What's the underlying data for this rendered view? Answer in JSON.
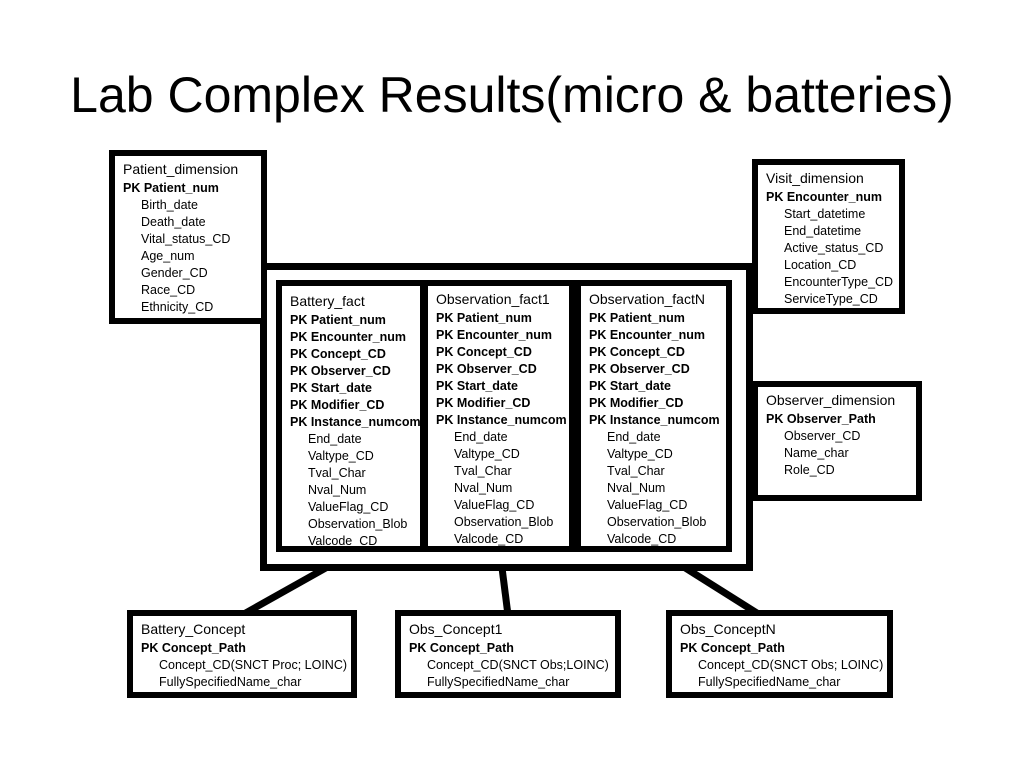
{
  "title": "Lab Complex Results(micro & batteries)",
  "patient_dimension": {
    "name": "Patient_dimension",
    "pk": [
      "PK Patient_num"
    ],
    "attrs": [
      "Birth_date",
      "Death_date",
      "Vital_status_CD",
      "Age_num",
      "Gender_CD",
      "Race_CD",
      "Ethnicity_CD"
    ]
  },
  "visit_dimension": {
    "name": "Visit_dimension",
    "pk": [
      "PK Encounter_num"
    ],
    "attrs": [
      "Start_datetime",
      "End_datetime",
      " Active_status_CD",
      " Location_CD",
      "EncounterType_CD",
      "ServiceType_CD"
    ]
  },
  "observer_dimension": {
    "name": "Observer_dimension",
    "pk": [
      "PK Observer_Path"
    ],
    "attrs": [
      "Observer_CD",
      "Name_char",
      "Role_CD"
    ]
  },
  "battery_fact": {
    "name": "Battery_fact",
    "pk": [
      "PK Patient_num",
      "PK Encounter_num",
      "PK Concept_CD",
      "PK Observer_CD",
      "PK Start_date",
      "PK Modifier_CD",
      "PK Instance_numcom"
    ],
    "attrs": [
      "End_date",
      "Valtype_CD",
      "Tval_Char",
      "Nval_Num",
      "ValueFlag_CD",
      "Observation_Blob",
      "Valcode_CD"
    ]
  },
  "observation_fact1": {
    "name": "Observation_fact1",
    "pk": [
      "PK Patient_num",
      "PK Encounter_num",
      "PK Concept_CD",
      "PK Observer_CD",
      "PK Start_date",
      "PK Modifier_CD",
      "PK Instance_numcom"
    ],
    "attrs": [
      "End_date",
      "Valtype_CD",
      "Tval_Char",
      "Nval_Num",
      "ValueFlag_CD",
      "Observation_Blob",
      "Valcode_CD"
    ]
  },
  "observation_factN": {
    "name": "Observation_factN",
    "pk": [
      "PK Patient_num",
      "PK Encounter_num",
      "PK Concept_CD",
      "PK Observer_CD",
      "PK Start_date",
      "PK Modifier_CD",
      "PK Instance_numcom"
    ],
    "attrs": [
      "End_date",
      "Valtype_CD",
      "Tval_Char",
      "Nval_Num",
      "ValueFlag_CD",
      "Observation_Blob",
      "Valcode_CD"
    ]
  },
  "battery_concept": {
    "name": "Battery_Concept",
    "pk": [
      "PK Concept_Path"
    ],
    "attrs": [
      "Concept_CD(SNCT Proc; LOINC)",
      "FullySpecifiedName_char"
    ]
  },
  "obs_concept1": {
    "name": "Obs_Concept1",
    "pk": [
      "PK Concept_Path"
    ],
    "attrs": [
      "Concept_CD(SNCT Obs;LOINC)",
      "FullySpecifiedName_char"
    ]
  },
  "obs_conceptN": {
    "name": "Obs_ConceptN",
    "pk": [
      "PK Concept_Path"
    ],
    "attrs": [
      "Concept_CD(SNCT Obs; LOINC)",
      "FullySpecifiedName_char"
    ]
  }
}
